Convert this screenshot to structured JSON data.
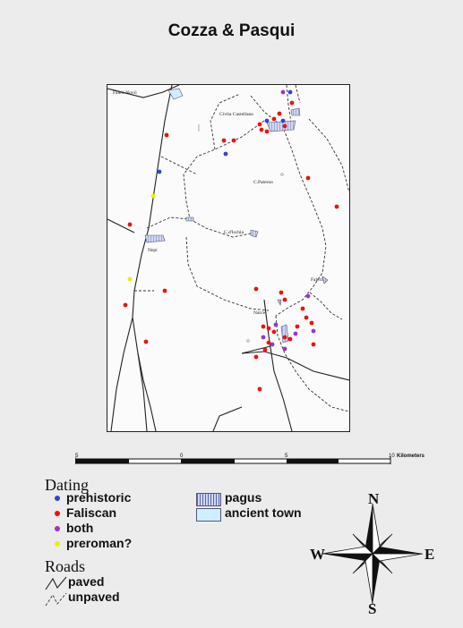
{
  "title": "Cozza & Pasqui",
  "places": {
    "falerii_novi": "Faleri Novii",
    "civita_castellana": "Civita Castellana",
    "c_paterno": "C.Paterno",
    "c_ischia": "C.d'Ischia",
    "nepi": "Nepi",
    "falerii": "Falerii",
    "narce": "Narce"
  },
  "scale_bar": {
    "ticks": [
      "5",
      "0",
      "5",
      "10"
    ],
    "unit": "Kilometers"
  },
  "legend": {
    "dating_title": "Dating",
    "dating_items": [
      {
        "label": "prehistoric",
        "color": "#3344cc"
      },
      {
        "label": "Faliscan",
        "color": "#ee1111"
      },
      {
        "label": "both",
        "color": "#9933cc"
      },
      {
        "label": "preroman?",
        "color": "#eeee00"
      }
    ],
    "area_items": [
      {
        "label": "pagus",
        "pattern": "hatched-blue"
      },
      {
        "label": "ancient town",
        "pattern": "light-cyan"
      }
    ],
    "roads_title": "Roads",
    "road_items": [
      {
        "label": "paved",
        "style": "solid"
      },
      {
        "label": "unpaved",
        "style": "dashed"
      }
    ]
  },
  "compass": {
    "n": "N",
    "s": "S",
    "e": "E",
    "w": "W"
  }
}
